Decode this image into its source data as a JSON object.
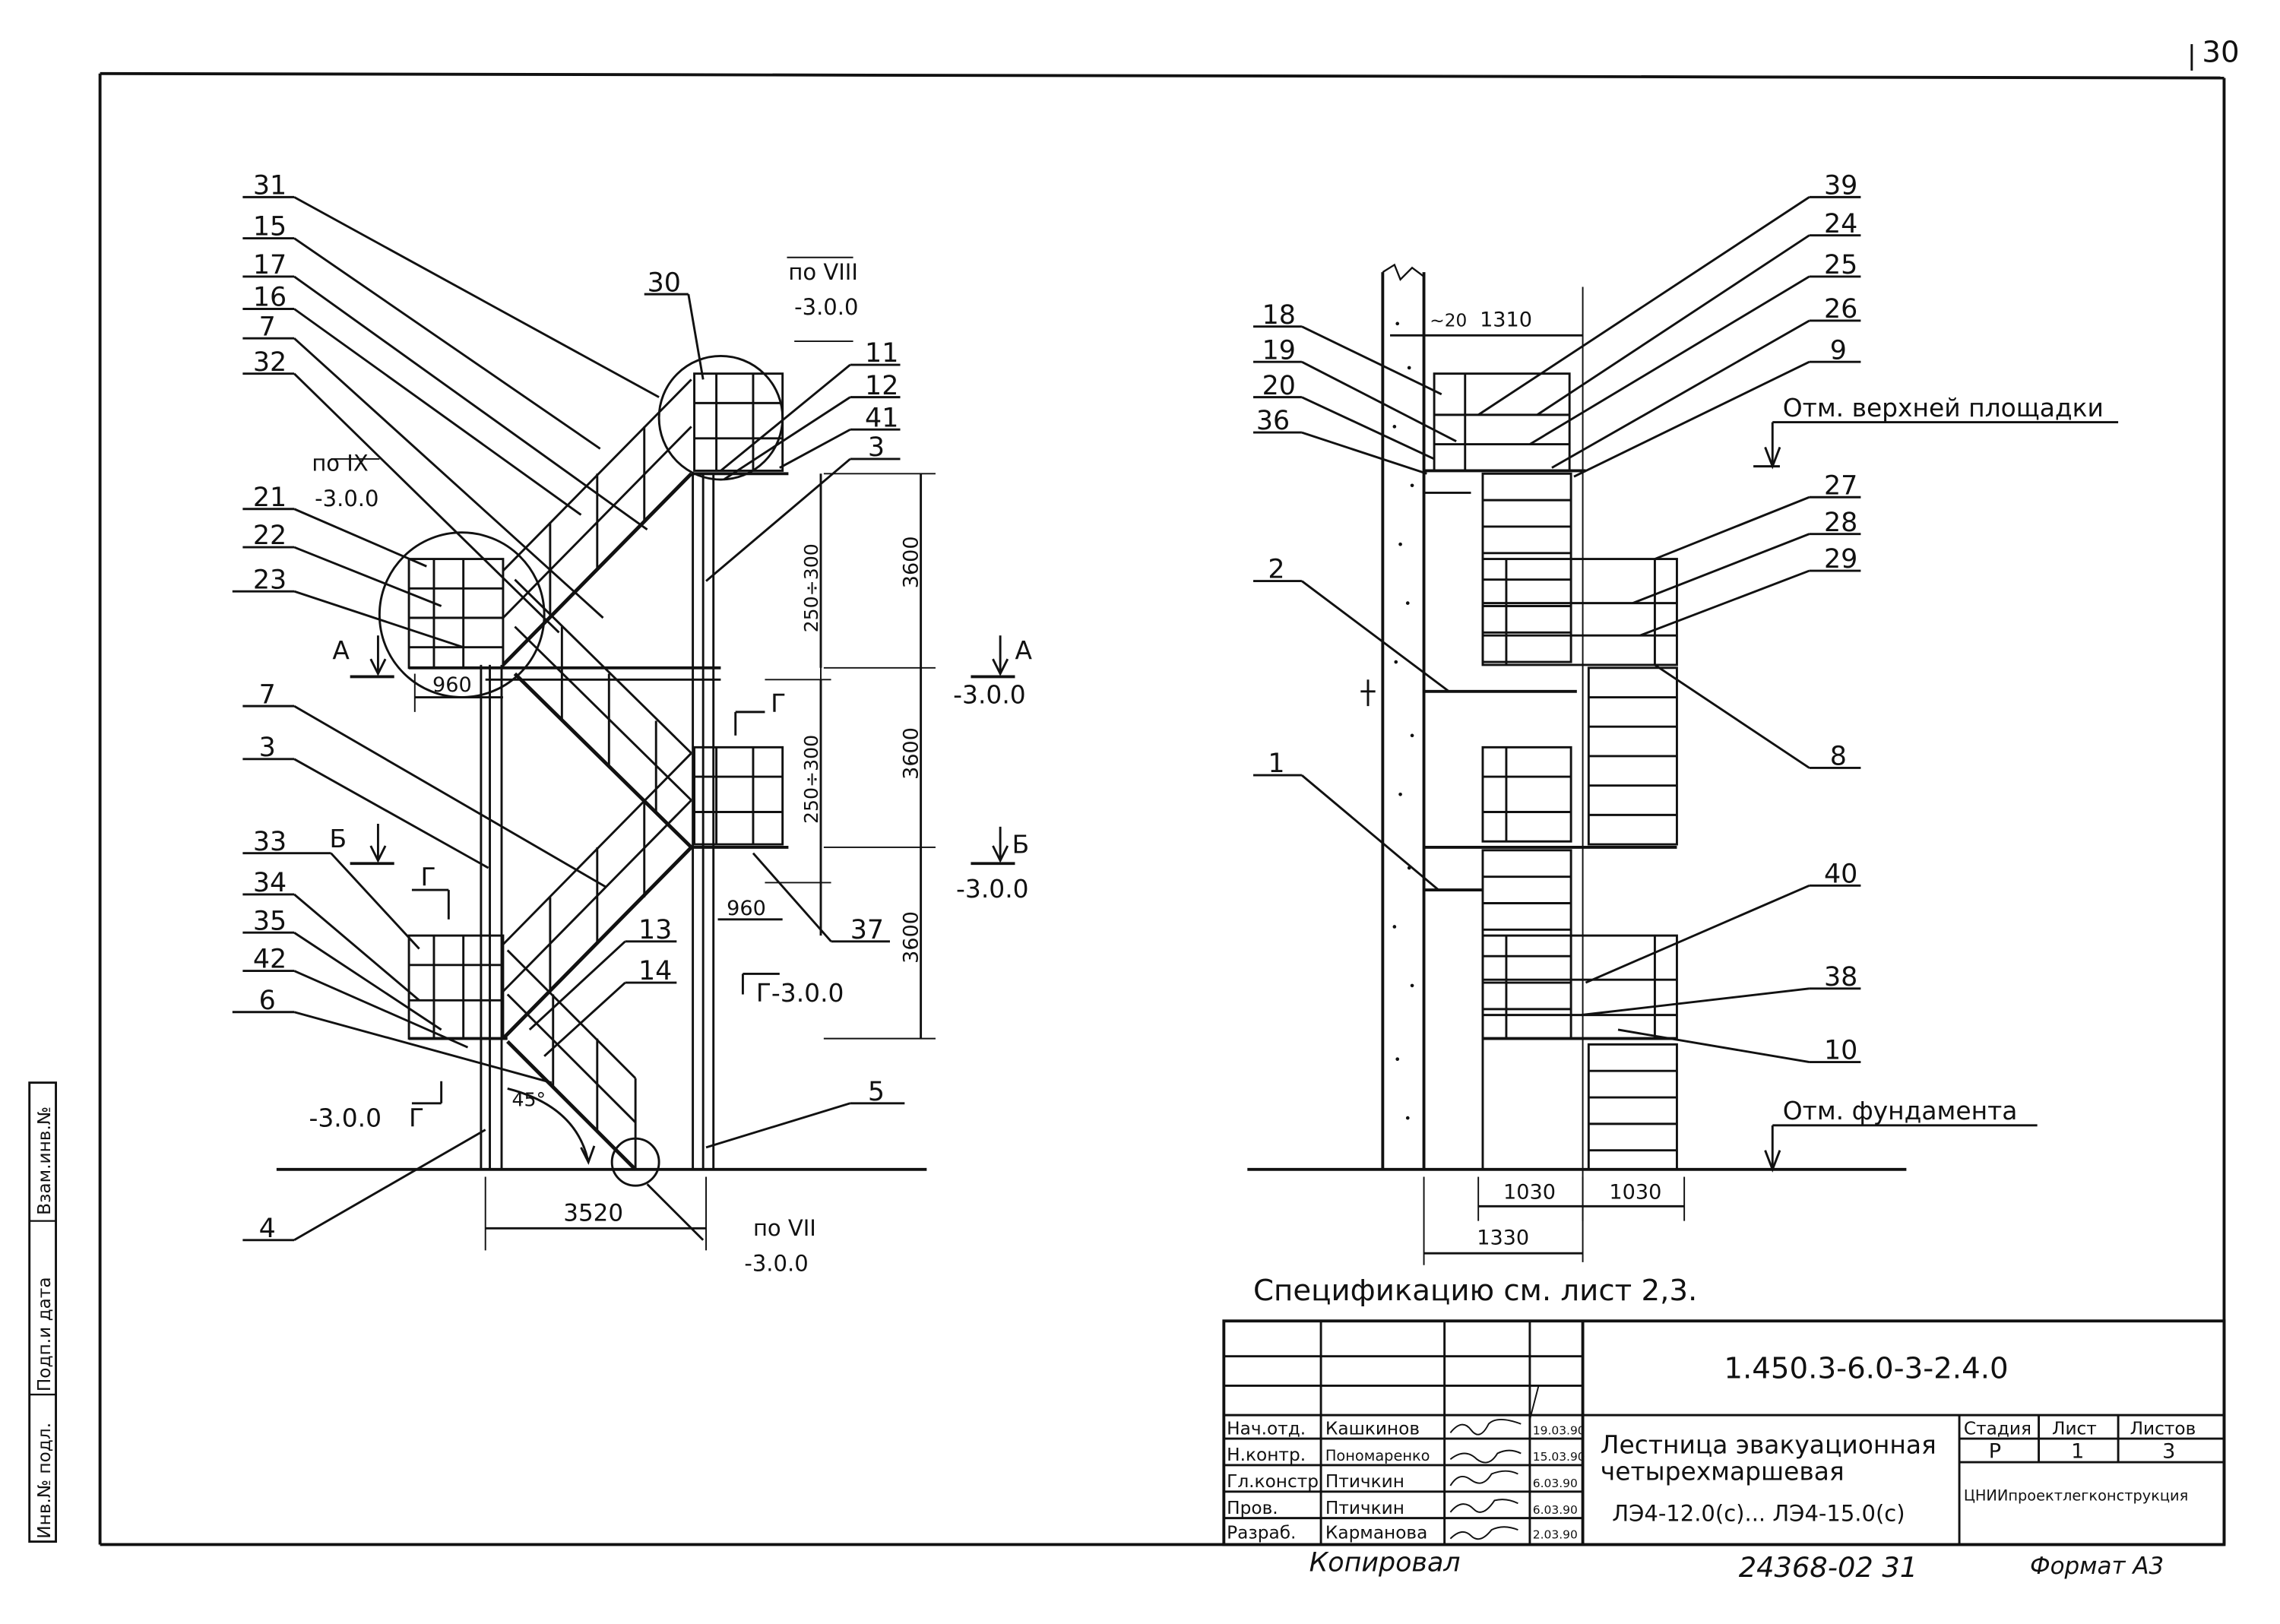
{
  "page_number": "30",
  "side_stamp": {
    "cells": [
      "Инв.№ подл.",
      "Подп.и дата",
      "Взам.инв.№"
    ]
  },
  "left_view": {
    "callouts_left": [
      "31",
      "15",
      "17",
      "16",
      "7",
      "32",
      "21",
      "22",
      "23",
      "7",
      "3",
      "33",
      "34",
      "35",
      "42",
      "6",
      "4"
    ],
    "callouts_mid": [
      "30",
      "11",
      "12",
      "41",
      "3",
      "13",
      "14",
      "37",
      "5"
    ],
    "refs": {
      "viii": "по VIII",
      "viii_level": "-3.0.0",
      "ix": "по IX",
      "ix_level": "-3.0.0",
      "vii": "по VII",
      "vii_level": "-3.0.0"
    },
    "section_a": "А",
    "section_a_level": "-3.0.0",
    "section_b": "Б",
    "section_b_level": "-3.0.0",
    "section_g": "Г",
    "section_g_level": "-3.0.0",
    "section_g2_level": "Г-3.0.0",
    "bottom_level": "-3.0.0",
    "dims": {
      "width_960_left": "960",
      "width_960_mid": "960",
      "span": "3520",
      "angle": "45°",
      "h1": "3600",
      "h2": "3600",
      "h3": "3600",
      "gap1": "250÷300",
      "gap2": "250÷300"
    }
  },
  "right_view": {
    "callouts_left": [
      "18",
      "19",
      "20",
      "36",
      "2",
      "1"
    ],
    "callouts_right": [
      "39",
      "24",
      "25",
      "26",
      "9",
      "27",
      "28",
      "29",
      "8",
      "40",
      "38",
      "10"
    ],
    "level_top": "Отм. верхней площадки",
    "level_bottom": "Отм. фундамента",
    "dims": {
      "offset": "~20",
      "platform": "1310",
      "flight1": "1030",
      "flight2": "1030",
      "total": "1330"
    }
  },
  "spec_note": "Спецификацию см. лист 2,3.",
  "title_block": {
    "code": "1.450.3-6.0-3-2.4.0",
    "title_line1": "Лестница эвакуационная",
    "title_line2": "четырехмаршевая",
    "title_line3": "ЛЭ4-12.0(с)... ЛЭ4-15.0(с)",
    "stage_header": "Стадия",
    "sheet_header": "Лист",
    "sheets_header": "Листов",
    "stage": "Р",
    "sheet": "1",
    "sheets": "3",
    "org": "ЦНИИпроектлегконструкция",
    "people": [
      {
        "role": "Нач.отд.",
        "name": "Кашкинов",
        "date": "19.03.90"
      },
      {
        "role": "Н.контр.",
        "name": "Пономаренко",
        "date": "15.03.90"
      },
      {
        "role": "Гл.констр",
        "name": "Птичкин",
        "date": "6.03.90"
      },
      {
        "role": "Пров.",
        "name": "Птичкин",
        "date": "6.03.90"
      },
      {
        "role": "Разраб.",
        "name": "Карманова",
        "date": "2.03.90"
      }
    ]
  },
  "footer": {
    "copied": "Копировал",
    "number": "24368-02 31",
    "format": "Формат А3"
  }
}
